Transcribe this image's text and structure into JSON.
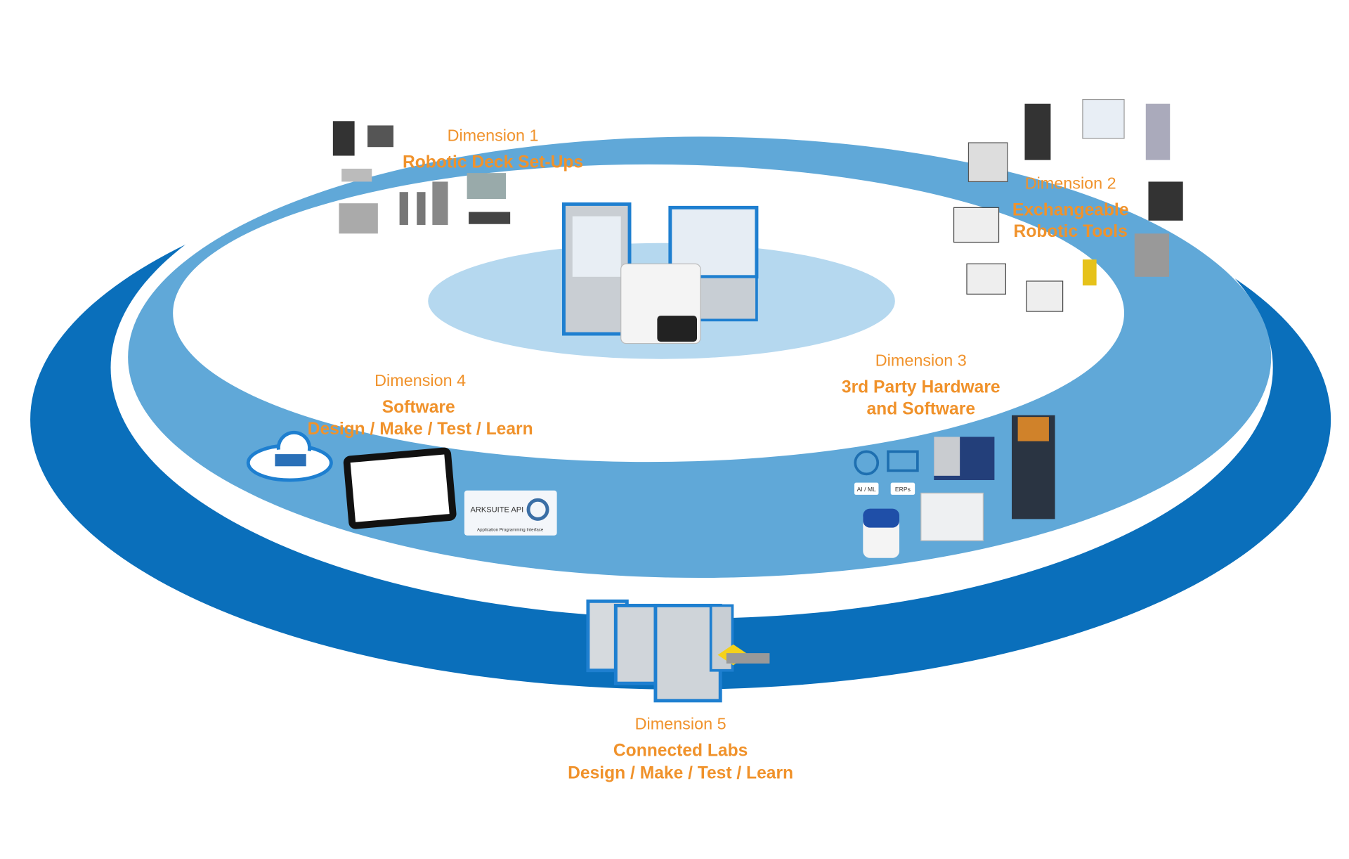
{
  "colors": {
    "accent_text": "#f0922b",
    "outer_ring": "#0a6fbb",
    "middle_ring": "#60a8d8",
    "center_disc": "#b5d8ef",
    "background": "#ffffff"
  },
  "dimensions": [
    {
      "label": "Dimension 1",
      "title_lines": [
        "Robotic Deck Set-Ups"
      ]
    },
    {
      "label": "Dimension 2",
      "title_lines": [
        "Exchangeable",
        "Robotic Tools"
      ]
    },
    {
      "label": "Dimension 3",
      "title_lines": [
        "3rd Party Hardware",
        "and Software"
      ]
    },
    {
      "label": "Dimension 4",
      "title_lines": [
        "Software",
        "Design / Make / Test / Learn"
      ]
    },
    {
      "label": "Dimension 5",
      "title_lines": [
        "Connected Labs",
        "Design / Make / Test / Learn"
      ]
    }
  ],
  "tags": {
    "ai_ml": "AI / ML",
    "erps": "ERPs",
    "api_title": "ARKSUITE API",
    "api_subtitle": "Application Programming Interface"
  }
}
